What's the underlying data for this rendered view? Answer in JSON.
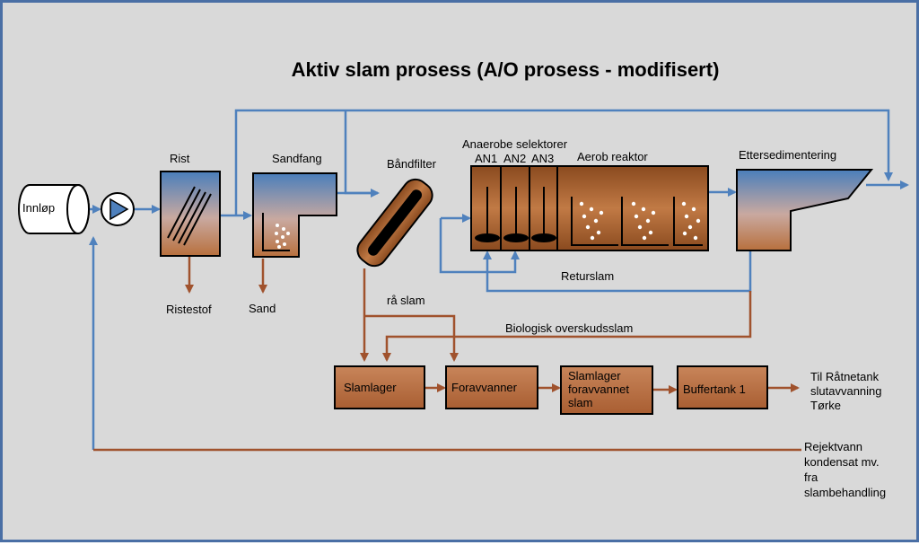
{
  "title": "Aktiv slam prosess (A/O prosess - modifisert)",
  "colors": {
    "background": "#d9d9d9",
    "water_line": "#4f81bd",
    "sludge_line": "#a0522d",
    "tank_brown": "#b8703d",
    "tank_blue": "#4a7ebb"
  },
  "labels": {
    "innlop": "Innløp",
    "rist": "Rist",
    "sandfang": "Sandfang",
    "bandfilter": "Båndfilter",
    "anaerobe": "Anaerobe selektorer",
    "an1": "AN1",
    "an2": "AN2",
    "an3": "AN3",
    "aerob": "Aerob reaktor",
    "ettersed": "Ettersedimentering",
    "ristestof": "Ristestof",
    "sand": "Sand",
    "ra_slam": "rå slam",
    "returslam": "Returslam",
    "bio": "Biologisk overskudsslam",
    "slamlager": "Slamlager",
    "foravvanner": "Foravvanner",
    "slamlager_foravv_1": "Slamlager",
    "slamlager_foravv_2": "foravvannet",
    "slamlager_foravv_3": "slam",
    "buffertank": "Buffertank 1",
    "til_1": "Til Råtnetank",
    "til_2": "slutavvanning",
    "til_3": "Tørke",
    "rej_1": "Rejektvann",
    "rej_2": "kondensat mv.",
    "rej_3": "fra",
    "rej_4": "slambehandling"
  },
  "icons": [
    "pump-icon",
    "screen-bars-icon",
    "arrow-icon"
  ]
}
